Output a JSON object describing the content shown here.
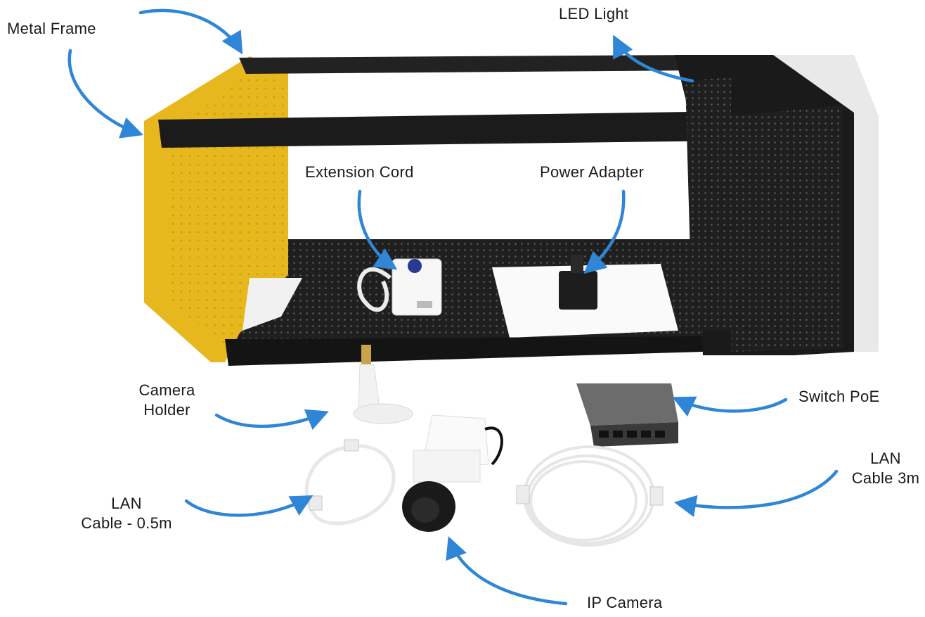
{
  "labels": {
    "metal_frame": "Metal Frame",
    "led_light": "LED Light",
    "extension_cord": "Extension Cord",
    "power_adapter": "Power Adapter",
    "camera_holder_line1": "Camera",
    "camera_holder_line2": "Holder",
    "switch_poe": "Switch PoE",
    "lan_short_line1": "LAN",
    "lan_short_line2": "Cable - 0.5m",
    "lan_long_line1": "LAN",
    "lan_long_line2": "Cable 3m",
    "ip_camera": "IP Camera"
  },
  "colors": {
    "arrow": "#2f86d6",
    "frame_black": "#1c1c1c",
    "panel_yellow": "#e6b81d",
    "cable_white": "#eeeeee"
  },
  "icons": {
    "arrow": "curved-arrow-icon"
  }
}
